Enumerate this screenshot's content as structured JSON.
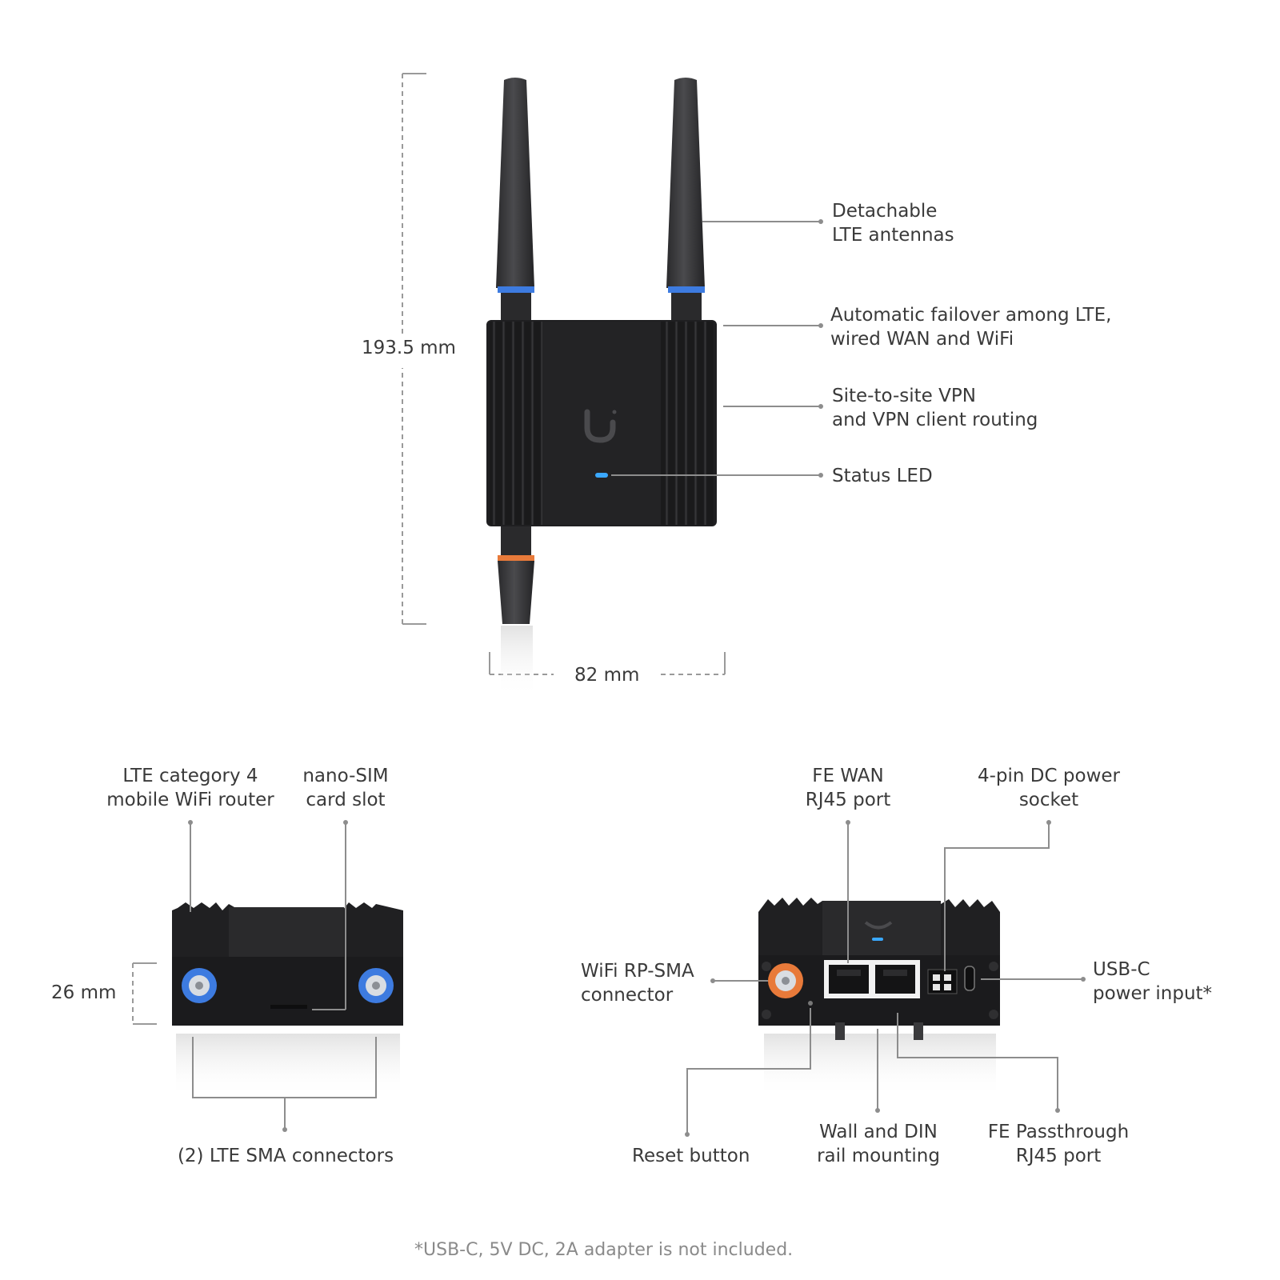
{
  "dimensions": {
    "height": "193.5 mm",
    "width": "82 mm",
    "depth": "26 mm"
  },
  "front_callouts": {
    "antennas": [
      "Detachable",
      "LTE antennas"
    ],
    "failover": [
      "Automatic failover among LTE,",
      "wired WAN and WiFi"
    ],
    "vpn": [
      "Site-to-site VPN",
      "and VPN client routing"
    ],
    "status_led": "Status LED"
  },
  "left_view_callouts": {
    "router": [
      "LTE category 4",
      "mobile WiFi router"
    ],
    "sim": [
      "nano-SIM",
      "card slot"
    ],
    "sma": "(2) LTE SMA connectors"
  },
  "right_view_callouts": {
    "fe_wan": [
      "FE WAN",
      "RJ45 port"
    ],
    "dc_power": [
      "4-pin DC power",
      "socket"
    ],
    "wifi_sma": [
      "WiFi RP-SMA",
      "connector"
    ],
    "usb_c": [
      "USB-C",
      "power input*"
    ],
    "reset": "Reset button",
    "mounting": [
      "Wall and DIN",
      "rail mounting"
    ],
    "passthrough": [
      "FE Passthrough",
      "RJ45 port"
    ]
  },
  "footnote": "*USB-C, 5V DC, 2A adapter is not included.",
  "colors": {
    "device_body": "#1d1d1f",
    "accent_blue": "#3d7be0",
    "accent_orange": "#e87a3a",
    "led": "#3aa8ff",
    "line": "#8d8d8d"
  }
}
